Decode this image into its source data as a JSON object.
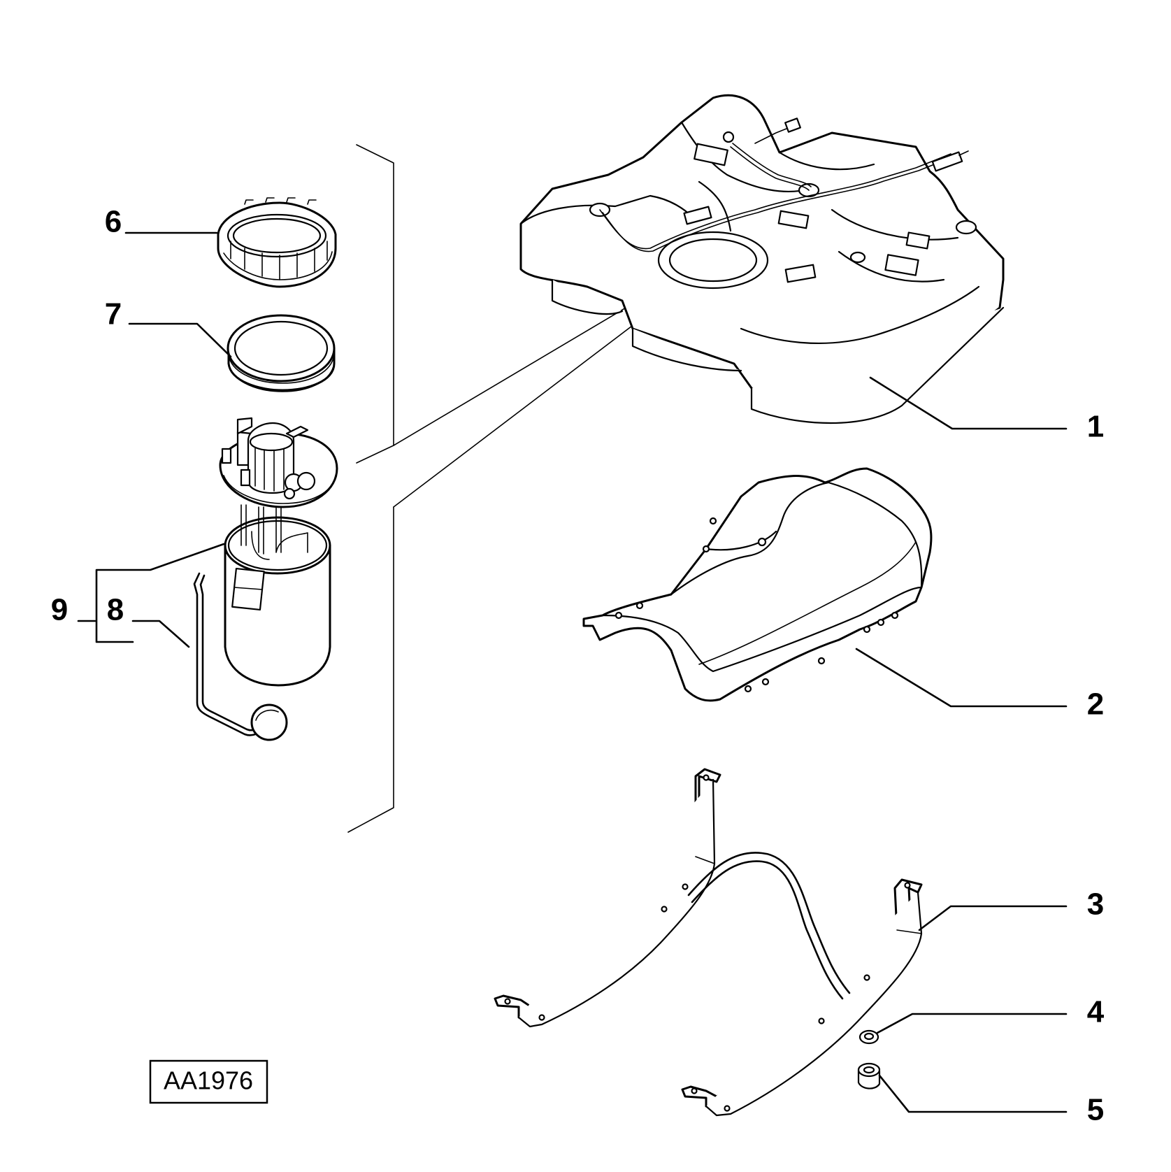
{
  "diagram": {
    "reference_code": "AA1976",
    "callouts": {
      "fuel_tank": "1",
      "heat_shield": "2",
      "tank_strap": "3",
      "washer": "4",
      "nut": "5",
      "ring_nut": "6",
      "seal": "7",
      "float_sender": "8",
      "fuel_pump_assembly": "9"
    }
  }
}
